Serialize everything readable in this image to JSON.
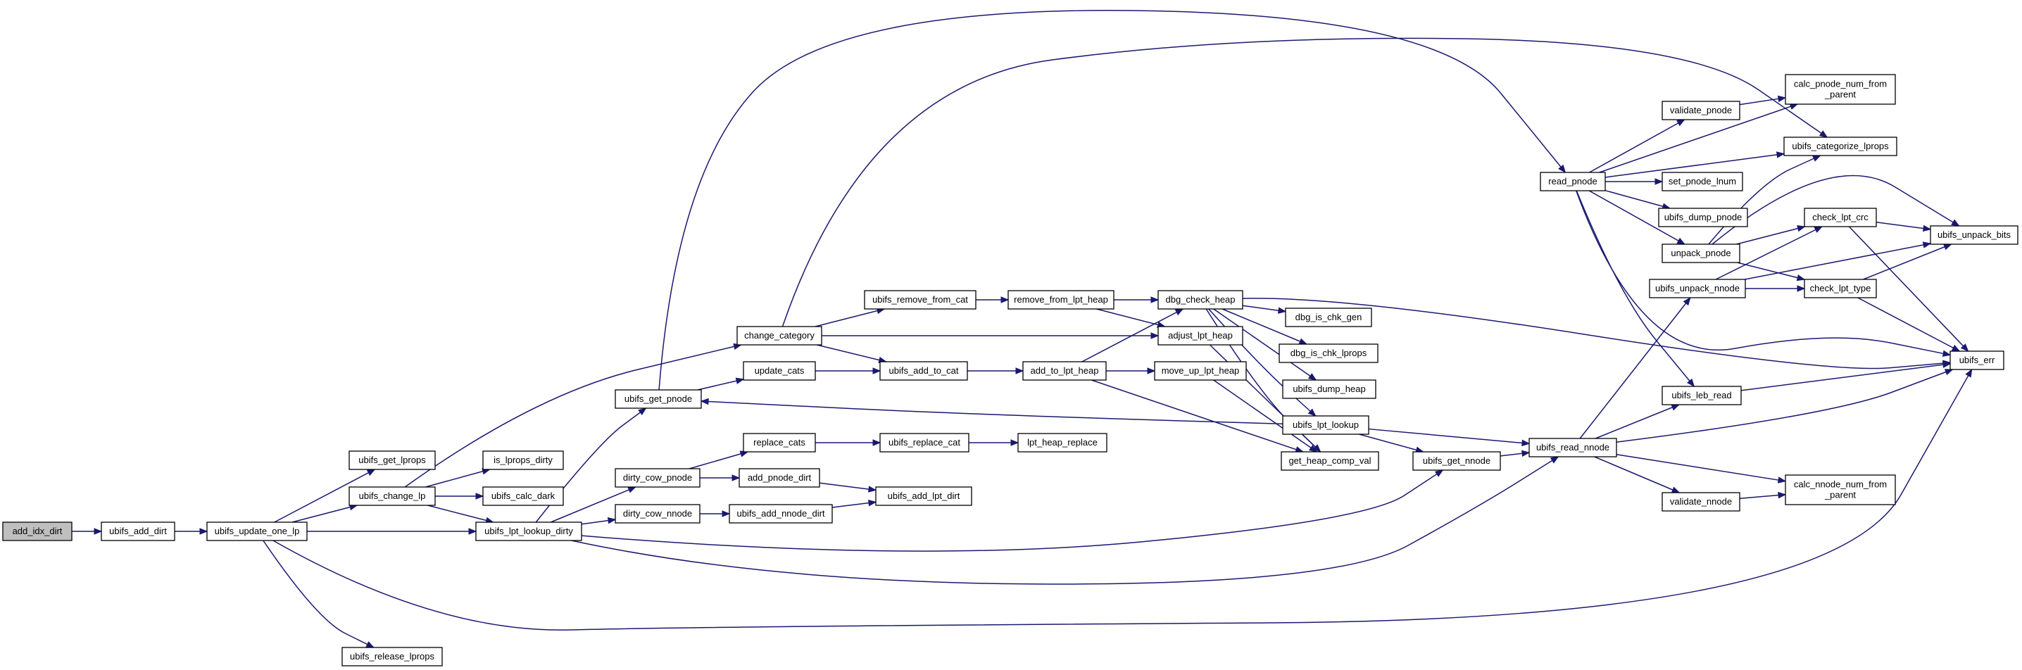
{
  "diagram": {
    "type": "call-graph",
    "edge_color": "#191970",
    "root_fill": "#bfbfbf",
    "nodes": [
      {
        "id": "add_idx_dirt",
        "label": "add_idx_dirt",
        "root": true
      },
      {
        "id": "ubifs_add_dirt",
        "label": "ubifs_add_dirt"
      },
      {
        "id": "ubifs_update_one_lp",
        "label": "ubifs_update_one_lp"
      },
      {
        "id": "ubifs_get_lprops",
        "label": "ubifs_get_lprops"
      },
      {
        "id": "ubifs_change_lp",
        "label": "ubifs_change_lp"
      },
      {
        "id": "ubifs_release_lprops",
        "label": "ubifs_release_lprops"
      },
      {
        "id": "is_lprops_dirty",
        "label": "is_lprops_dirty"
      },
      {
        "id": "ubifs_calc_dark",
        "label": "ubifs_calc_dark"
      },
      {
        "id": "ubifs_lpt_lookup_dirty",
        "label": "ubifs_lpt_lookup_dirty"
      },
      {
        "id": "change_category",
        "label": "change_category"
      },
      {
        "id": "ubifs_get_pnode",
        "label": "ubifs_get_pnode"
      },
      {
        "id": "dirty_cow_pnode",
        "label": "dirty_cow_pnode"
      },
      {
        "id": "dirty_cow_nnode",
        "label": "dirty_cow_nnode"
      },
      {
        "id": "update_cats",
        "label": "update_cats"
      },
      {
        "id": "replace_cats",
        "label": "replace_cats"
      },
      {
        "id": "add_pnode_dirt",
        "label": "add_pnode_dirt"
      },
      {
        "id": "ubifs_add_nnode_dirt",
        "label": "ubifs_add_nnode_dirt"
      },
      {
        "id": "ubifs_remove_from_cat",
        "label": "ubifs_remove_from_cat"
      },
      {
        "id": "ubifs_add_to_cat",
        "label": "ubifs_add_to_cat"
      },
      {
        "id": "ubifs_replace_cat",
        "label": "ubifs_replace_cat"
      },
      {
        "id": "ubifs_add_lpt_dirt",
        "label": "ubifs_add_lpt_dirt"
      },
      {
        "id": "remove_from_lpt_heap",
        "label": "remove_from_lpt_heap"
      },
      {
        "id": "add_to_lpt_heap",
        "label": "add_to_lpt_heap"
      },
      {
        "id": "lpt_heap_replace",
        "label": "lpt_heap_replace"
      },
      {
        "id": "dbg_check_heap",
        "label": "dbg_check_heap"
      },
      {
        "id": "adjust_lpt_heap",
        "label": "adjust_lpt_heap"
      },
      {
        "id": "move_up_lpt_heap",
        "label": "move_up_lpt_heap"
      },
      {
        "id": "dbg_is_chk_gen",
        "label": "dbg_is_chk_gen"
      },
      {
        "id": "dbg_is_chk_lprops",
        "label": "dbg_is_chk_lprops"
      },
      {
        "id": "ubifs_dump_heap",
        "label": "ubifs_dump_heap"
      },
      {
        "id": "ubifs_lpt_lookup",
        "label": "ubifs_lpt_lookup"
      },
      {
        "id": "get_heap_comp_val",
        "label": "get_heap_comp_val"
      },
      {
        "id": "ubifs_get_nnode",
        "label": "ubifs_get_nnode"
      },
      {
        "id": "ubifs_read_nnode",
        "label": "ubifs_read_nnode"
      },
      {
        "id": "read_pnode",
        "label": "read_pnode"
      },
      {
        "id": "validate_pnode",
        "label": "validate_pnode"
      },
      {
        "id": "set_pnode_lnum",
        "label": "set_pnode_lnum"
      },
      {
        "id": "ubifs_dump_pnode",
        "label": "ubifs_dump_pnode"
      },
      {
        "id": "unpack_pnode",
        "label": "unpack_pnode"
      },
      {
        "id": "ubifs_unpack_nnode",
        "label": "ubifs_unpack_nnode"
      },
      {
        "id": "ubifs_leb_read",
        "label": "ubifs_leb_read"
      },
      {
        "id": "validate_nnode",
        "label": "validate_nnode"
      },
      {
        "id": "calc_pnode_num_from_parent",
        "label": "calc_pnode_num_from\n_parent"
      },
      {
        "id": "ubifs_categorize_lprops",
        "label": "ubifs_categorize_lprops"
      },
      {
        "id": "check_lpt_crc",
        "label": "check_lpt_crc"
      },
      {
        "id": "check_lpt_type",
        "label": "check_lpt_type"
      },
      {
        "id": "ubifs_unpack_bits",
        "label": "ubifs_unpack_bits"
      },
      {
        "id": "ubifs_err",
        "label": "ubifs_err"
      },
      {
        "id": "calc_nnode_num_from_parent",
        "label": "calc_nnode_num_from\n_parent"
      }
    ],
    "edges": [
      [
        "add_idx_dirt",
        "ubifs_add_dirt"
      ],
      [
        "ubifs_add_dirt",
        "ubifs_update_one_lp"
      ],
      [
        "ubifs_update_one_lp",
        "ubifs_get_lprops"
      ],
      [
        "ubifs_update_one_lp",
        "ubifs_change_lp"
      ],
      [
        "ubifs_update_one_lp",
        "ubifs_lpt_lookup_dirty"
      ],
      [
        "ubifs_update_one_lp",
        "ubifs_release_lprops"
      ],
      [
        "ubifs_update_one_lp",
        "ubifs_err"
      ],
      [
        "ubifs_change_lp",
        "change_category"
      ],
      [
        "ubifs_change_lp",
        "is_lprops_dirty"
      ],
      [
        "ubifs_change_lp",
        "ubifs_calc_dark"
      ],
      [
        "ubifs_change_lp",
        "ubifs_lpt_lookup_dirty"
      ],
      [
        "ubifs_lpt_lookup_dirty",
        "ubifs_get_pnode"
      ],
      [
        "ubifs_lpt_lookup_dirty",
        "dirty_cow_pnode"
      ],
      [
        "ubifs_lpt_lookup_dirty",
        "dirty_cow_nnode"
      ],
      [
        "ubifs_lpt_lookup_dirty",
        "ubifs_get_nnode"
      ],
      [
        "ubifs_lpt_lookup_dirty",
        "ubifs_read_nnode"
      ],
      [
        "ubifs_get_pnode",
        "read_pnode"
      ],
      [
        "ubifs_get_pnode",
        "update_cats"
      ],
      [
        "change_category",
        "ubifs_remove_from_cat"
      ],
      [
        "change_category",
        "ubifs_add_to_cat"
      ],
      [
        "change_category",
        "adjust_lpt_heap"
      ],
      [
        "change_category",
        "ubifs_categorize_lprops"
      ],
      [
        "update_cats",
        "ubifs_add_to_cat"
      ],
      [
        "dirty_cow_pnode",
        "replace_cats"
      ],
      [
        "dirty_cow_pnode",
        "add_pnode_dirt"
      ],
      [
        "dirty_cow_nnode",
        "ubifs_add_nnode_dirt"
      ],
      [
        "replace_cats",
        "ubifs_replace_cat"
      ],
      [
        "ubifs_replace_cat",
        "lpt_heap_replace"
      ],
      [
        "add_pnode_dirt",
        "ubifs_add_lpt_dirt"
      ],
      [
        "ubifs_add_nnode_dirt",
        "ubifs_add_lpt_dirt"
      ],
      [
        "ubifs_remove_from_cat",
        "remove_from_lpt_heap"
      ],
      [
        "ubifs_add_to_cat",
        "add_to_lpt_heap"
      ],
      [
        "remove_from_lpt_heap",
        "dbg_check_heap"
      ],
      [
        "remove_from_lpt_heap",
        "adjust_lpt_heap"
      ],
      [
        "add_to_lpt_heap",
        "dbg_check_heap"
      ],
      [
        "add_to_lpt_heap",
        "move_up_lpt_heap"
      ],
      [
        "add_to_lpt_heap",
        "get_heap_comp_val"
      ],
      [
        "dbg_check_heap",
        "dbg_is_chk_gen"
      ],
      [
        "dbg_check_heap",
        "dbg_is_chk_lprops"
      ],
      [
        "dbg_check_heap",
        "ubifs_dump_heap"
      ],
      [
        "dbg_check_heap",
        "ubifs_lpt_lookup"
      ],
      [
        "dbg_check_heap",
        "get_heap_comp_val"
      ],
      [
        "dbg_check_heap",
        "ubifs_err"
      ],
      [
        "adjust_lpt_heap",
        "get_heap_comp_val"
      ],
      [
        "move_up_lpt_heap",
        "get_heap_comp_val"
      ],
      [
        "ubifs_lpt_lookup",
        "ubifs_get_pnode"
      ],
      [
        "ubifs_lpt_lookup",
        "ubifs_get_nnode"
      ],
      [
        "ubifs_lpt_lookup",
        "ubifs_read_nnode"
      ],
      [
        "ubifs_get_nnode",
        "ubifs_read_nnode"
      ],
      [
        "ubifs_read_nnode",
        "ubifs_unpack_nnode"
      ],
      [
        "ubifs_read_nnode",
        "ubifs_leb_read"
      ],
      [
        "ubifs_read_nnode",
        "ubifs_err"
      ],
      [
        "ubifs_read_nnode",
        "calc_nnode_num_from_parent"
      ],
      [
        "ubifs_read_nnode",
        "validate_nnode"
      ],
      [
        "read_pnode",
        "calc_pnode_num_from_parent"
      ],
      [
        "read_pnode",
        "validate_pnode"
      ],
      [
        "read_pnode",
        "ubifs_categorize_lprops"
      ],
      [
        "read_pnode",
        "set_pnode_lnum"
      ],
      [
        "read_pnode",
        "ubifs_dump_pnode"
      ],
      [
        "read_pnode",
        "unpack_pnode"
      ],
      [
        "read_pnode",
        "ubifs_leb_read"
      ],
      [
        "read_pnode",
        "ubifs_err"
      ],
      [
        "validate_pnode",
        "calc_pnode_num_from_parent"
      ],
      [
        "unpack_pnode",
        "ubifs_categorize_lprops"
      ],
      [
        "unpack_pnode",
        "check_lpt_crc"
      ],
      [
        "unpack_pnode",
        "ubifs_unpack_bits"
      ],
      [
        "unpack_pnode",
        "check_lpt_type"
      ],
      [
        "ubifs_unpack_nnode",
        "check_lpt_crc"
      ],
      [
        "ubifs_unpack_nnode",
        "check_lpt_type"
      ],
      [
        "ubifs_unpack_nnode",
        "ubifs_unpack_bits"
      ],
      [
        "check_lpt_crc",
        "ubifs_unpack_bits"
      ],
      [
        "check_lpt_crc",
        "ubifs_err"
      ],
      [
        "check_lpt_type",
        "ubifs_unpack_bits"
      ],
      [
        "check_lpt_type",
        "ubifs_err"
      ],
      [
        "ubifs_leb_read",
        "ubifs_err"
      ],
      [
        "validate_nnode",
        "calc_nnode_num_from_parent"
      ]
    ]
  }
}
